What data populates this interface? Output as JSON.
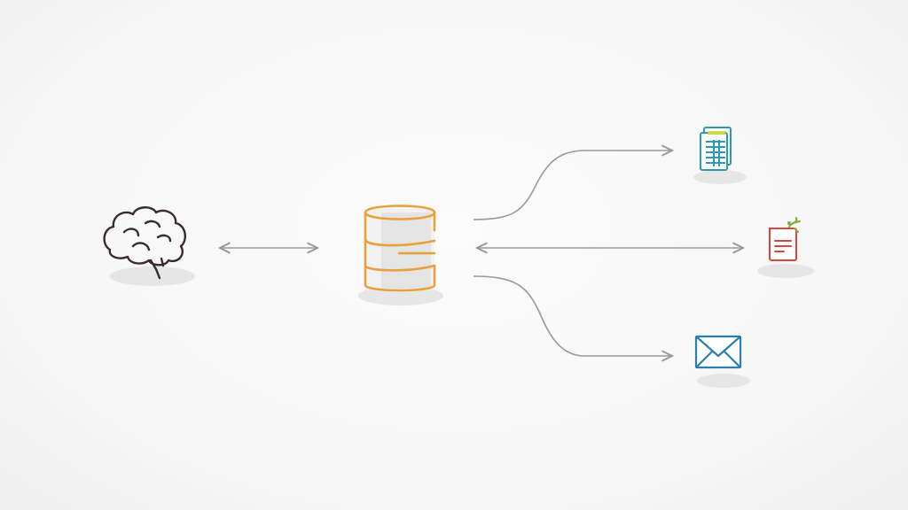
{
  "diagram": {
    "nodes": [
      {
        "id": "brain",
        "icon": "brain-icon",
        "color": "#3a2a2e"
      },
      {
        "id": "database",
        "icon": "database-icon",
        "color": "#e8a13a"
      },
      {
        "id": "spreadsheet",
        "icon": "spreadsheet-icon",
        "color": "#2a9bb0"
      },
      {
        "id": "document",
        "icon": "document-icon",
        "color": "#d8453a"
      },
      {
        "id": "email",
        "icon": "envelope-icon",
        "color": "#2a7fb0"
      }
    ],
    "connections": [
      {
        "from": "brain",
        "to": "database",
        "type": "bidirectional"
      },
      {
        "from": "database",
        "to": "spreadsheet",
        "type": "one-way"
      },
      {
        "from": "database",
        "to": "document",
        "type": "bidirectional"
      },
      {
        "from": "database",
        "to": "email",
        "type": "one-way"
      }
    ],
    "arrow_color": "#9a9a9a"
  }
}
